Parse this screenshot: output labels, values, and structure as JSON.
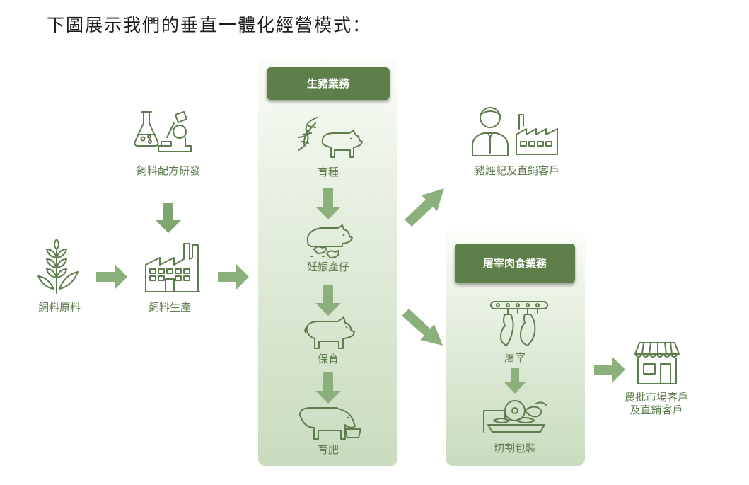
{
  "title": "下圖展示我們的垂直一體化經營模式：",
  "colors": {
    "icon": "#5e7d4e",
    "arrow": "#8cb07b",
    "header_bg": "#5e7e4a",
    "panel_top": "#fbfdf9",
    "panel_bottom": "#c9dcbf"
  },
  "feed": {
    "research": "飼料配方研發",
    "raw_materials": "飼料原料",
    "production": "飼料生產"
  },
  "hog_business": {
    "header": "生豬業務",
    "steps": [
      "育種",
      "妊娠產仔",
      "保育",
      "育肥"
    ]
  },
  "hog_customers": "豬經紀及直銷客戶",
  "slaughter_business": {
    "header": "屠宰肉食業務",
    "steps": [
      "屠宰",
      "切割包裝"
    ]
  },
  "wholesale_customers": [
    "農批市場客戶",
    "及直銷客戶"
  ]
}
